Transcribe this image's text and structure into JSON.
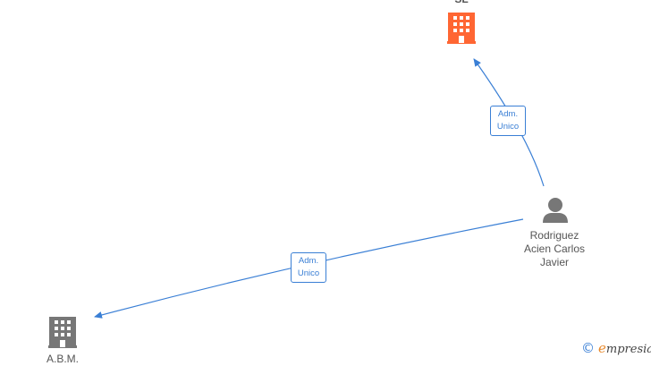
{
  "nodes": [
    {
      "id": "company_top",
      "type": "company",
      "label": "SL",
      "icon": "building-icon",
      "color": "#ff6633"
    },
    {
      "id": "person",
      "type": "person",
      "label_lines": [
        "Rodriguez",
        "Acien Carlos",
        "Javier"
      ],
      "icon": "person-icon",
      "color": "#777777"
    },
    {
      "id": "company_bottom",
      "type": "company",
      "label": "A.B.M.",
      "icon": "building-icon",
      "color": "#777777"
    }
  ],
  "edges": [
    {
      "from": "person",
      "to": "company_top",
      "label_lines": [
        "Adm.",
        "Unico"
      ]
    },
    {
      "from": "person",
      "to": "company_bottom",
      "label_lines": [
        "Adm.",
        "Unico"
      ]
    }
  ],
  "colors": {
    "edge": "#3a7fd5",
    "label_text": "#555555"
  },
  "watermark": {
    "symbol": "©",
    "initial": "e",
    "rest": "mpresia"
  }
}
